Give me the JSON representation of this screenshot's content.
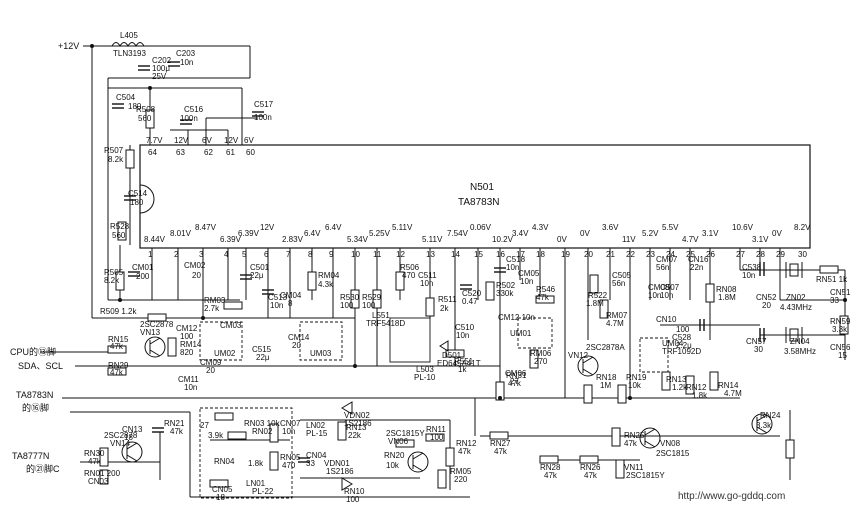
{
  "chip": {
    "name": "N501",
    "model": "TA8783N"
  },
  "ports": {
    "supply": "+12V",
    "cpu13": "CPU的⑬脚",
    "sda_scl": "SDA、SCL",
    "ta8783n_a": "TA8783N",
    "ta8783n_b": "的⑯脚",
    "ta8777n_a": "TA8777N",
    "ta8777n_b": "的㉑脚C"
  },
  "pins": [
    {
      "n": "1",
      "v": "8.44V"
    },
    {
      "n": "2",
      "v": "8.01V"
    },
    {
      "n": "3",
      "v": "8.47V"
    },
    {
      "n": "4",
      "v": "6.39V"
    },
    {
      "n": "5",
      "v": "6.39V"
    },
    {
      "n": "6",
      "v": "12V"
    },
    {
      "n": "7",
      "v": "2.83V"
    },
    {
      "n": "8",
      "v": "6.4V"
    },
    {
      "n": "9",
      "v": "6.4V"
    },
    {
      "n": "10",
      "v": "5.34V"
    },
    {
      "n": "11",
      "v": "5.25V"
    },
    {
      "n": "12",
      "v": "5.11V"
    },
    {
      "n": "13",
      "v": "5.11V"
    },
    {
      "n": "14",
      "v": "7.54V"
    },
    {
      "n": "15",
      "v": "0.06V"
    },
    {
      "n": "16",
      "v": "10.2V"
    },
    {
      "n": "17",
      "v": "3.4V"
    },
    {
      "n": "18",
      "v": "4.3V"
    },
    {
      "n": "19",
      "v": "0V"
    },
    {
      "n": "20",
      "v": "0V"
    },
    {
      "n": "21",
      "v": "3.6V"
    },
    {
      "n": "22",
      "v": "11V"
    },
    {
      "n": "23",
      "v": "5.2V"
    },
    {
      "n": "24",
      "v": "5.5V"
    },
    {
      "n": "25",
      "v": "4.7V"
    },
    {
      "n": "26",
      "v": "3.1V"
    },
    {
      "n": "27",
      "v": "10.6V"
    },
    {
      "n": "28",
      "v": "3.1V"
    },
    {
      "n": "29",
      "v": "0V"
    },
    {
      "n": "30",
      "v": "8.2V"
    }
  ],
  "top_pins": [
    {
      "n": "64",
      "v": "7.7V"
    },
    {
      "n": "63",
      "v": "12V"
    },
    {
      "n": "62",
      "v": "6V"
    },
    {
      "n": "61",
      "v": "12V"
    },
    {
      "n": "60",
      "v": "6V"
    }
  ],
  "labels": [
    {
      "t": "L405"
    },
    {
      "t": "TLN3193"
    },
    {
      "t": "C203"
    },
    {
      "t": "10n"
    },
    {
      "t": "C202"
    },
    {
      "t": "100μ"
    },
    {
      "t": "25V"
    },
    {
      "t": "C504"
    },
    {
      "t": "180"
    },
    {
      "t": "R508"
    },
    {
      "t": "560"
    },
    {
      "t": "C516"
    },
    {
      "t": "100n"
    },
    {
      "t": "C517"
    },
    {
      "t": "100n"
    },
    {
      "t": "R507"
    },
    {
      "t": "8.2k"
    },
    {
      "t": "C514"
    },
    {
      "t": "180"
    },
    {
      "t": "R528"
    },
    {
      "t": "560"
    },
    {
      "t": "R505"
    },
    {
      "t": "8.2k"
    },
    {
      "t": "CM01"
    },
    {
      "t": "200"
    },
    {
      "t": "CM02"
    },
    {
      "t": "20"
    },
    {
      "t": "C501"
    },
    {
      "t": "22μ"
    },
    {
      "t": "C513"
    },
    {
      "t": "10n"
    },
    {
      "t": "RM03"
    },
    {
      "t": "2.7k"
    },
    {
      "t": "CM04"
    },
    {
      "t": "8"
    },
    {
      "t": "RM04"
    },
    {
      "t": "4.3k"
    },
    {
      "t": "R530"
    },
    {
      "t": "100"
    },
    {
      "t": "R529"
    },
    {
      "t": "100"
    },
    {
      "t": "R509 1.2k"
    },
    {
      "t": "2SC2878"
    },
    {
      "t": "VN13"
    },
    {
      "t": "CM12"
    },
    {
      "t": "100"
    },
    {
      "t": "RM14"
    },
    {
      "t": "820"
    },
    {
      "t": "CM03"
    },
    {
      "t": "CM14"
    },
    {
      "t": "20"
    },
    {
      "t": "C515"
    },
    {
      "t": "22μ"
    },
    {
      "t": "CM09"
    },
    {
      "t": "20"
    },
    {
      "t": "UM02"
    },
    {
      "t": "CM11"
    },
    {
      "t": "10n"
    },
    {
      "t": "RN15"
    },
    {
      "t": "47k"
    },
    {
      "t": "RN29"
    },
    {
      "t": "47k"
    },
    {
      "t": "UM03"
    },
    {
      "t": "R506"
    },
    {
      "t": "470"
    },
    {
      "t": "C511"
    },
    {
      "t": "10n"
    },
    {
      "t": "L551"
    },
    {
      "t": "TRF5418D"
    },
    {
      "t": "R511"
    },
    {
      "t": "2k"
    },
    {
      "t": "C510"
    },
    {
      "t": "10n"
    },
    {
      "t": "D501"
    },
    {
      "t": "ED645A41T"
    },
    {
      "t": "L503"
    },
    {
      "t": "PL-10"
    },
    {
      "t": "R551"
    },
    {
      "t": "1k"
    },
    {
      "t": "C520"
    },
    {
      "t": "0.47"
    },
    {
      "t": "C518"
    },
    {
      "t": "10n"
    },
    {
      "t": "R502"
    },
    {
      "t": "330k"
    },
    {
      "t": "CM05"
    },
    {
      "t": "10n"
    },
    {
      "t": "R546"
    },
    {
      "t": "47k"
    },
    {
      "t": "CM12 10n"
    },
    {
      "t": "UM01"
    },
    {
      "t": "CM06"
    },
    {
      "t": "27"
    },
    {
      "t": "RM06"
    },
    {
      "t": "270"
    },
    {
      "t": "RN31"
    },
    {
      "t": "47k"
    },
    {
      "t": "2SC2878A"
    },
    {
      "t": "VN12"
    },
    {
      "t": "RN18"
    },
    {
      "t": "1M"
    },
    {
      "t": "RN19"
    },
    {
      "t": "10k"
    },
    {
      "t": "R522"
    },
    {
      "t": "1.8M"
    },
    {
      "t": "C505"
    },
    {
      "t": "56n"
    },
    {
      "t": "RM07"
    },
    {
      "t": "4.7M"
    },
    {
      "t": "CM08"
    },
    {
      "t": "10n"
    },
    {
      "t": "CM07"
    },
    {
      "t": "56n"
    },
    {
      "t": "C507"
    },
    {
      "t": "10n"
    },
    {
      "t": "CN16"
    },
    {
      "t": "22n"
    },
    {
      "t": "RN08"
    },
    {
      "t": "1.8M"
    },
    {
      "t": "C538"
    },
    {
      "t": "10n"
    },
    {
      "t": "CN10"
    },
    {
      "t": "100"
    },
    {
      "t": "UM04"
    },
    {
      "t": "TRF1092D"
    },
    {
      "t": "C528"
    },
    {
      "t": "2.2μ"
    },
    {
      "t": "RN13"
    },
    {
      "t": "1.2k"
    },
    {
      "t": "RN12"
    },
    {
      "t": "1.8k"
    },
    {
      "t": "RN14"
    },
    {
      "t": "4.7M"
    },
    {
      "t": "CN52"
    },
    {
      "t": "20"
    },
    {
      "t": "ZN02"
    },
    {
      "t": "4.43MHz"
    },
    {
      "t": "RN51 1k"
    },
    {
      "t": "CN51"
    },
    {
      "t": "33"
    },
    {
      "t": "RN59"
    },
    {
      "t": "3.3k"
    },
    {
      "t": "CN57"
    },
    {
      "t": "30"
    },
    {
      "t": "ZN04"
    },
    {
      "t": "3.58MHz"
    },
    {
      "t": "CN56"
    },
    {
      "t": "15"
    },
    {
      "t": "2SC2878"
    },
    {
      "t": "VN14"
    },
    {
      "t": "CN13"
    },
    {
      "t": "18"
    },
    {
      "t": "RN21"
    },
    {
      "t": "47k"
    },
    {
      "t": "RN30"
    },
    {
      "t": "47k"
    },
    {
      "t": "RN01 200"
    },
    {
      "t": "CN03"
    },
    {
      "t": "27"
    },
    {
      "t": "RN03 10k"
    },
    {
      "t": "RN02"
    },
    {
      "t": "3.9k"
    },
    {
      "t": "CN07"
    },
    {
      "t": "10n"
    },
    {
      "t": "RN04"
    },
    {
      "t": "1.8k"
    },
    {
      "t": "RN05"
    },
    {
      "t": "470"
    },
    {
      "t": "CN05"
    },
    {
      "t": "18"
    },
    {
      "t": "LN01"
    },
    {
      "t": "PL-22"
    },
    {
      "t": "LN02"
    },
    {
      "t": "PL-15"
    },
    {
      "t": "CN04"
    },
    {
      "t": "33"
    },
    {
      "t": "VDN01"
    },
    {
      "t": "1S2186"
    },
    {
      "t": "VDN02"
    },
    {
      "t": "1S2186"
    },
    {
      "t": "RN10"
    },
    {
      "t": "100"
    },
    {
      "t": "RN13"
    },
    {
      "t": "22k"
    },
    {
      "t": "2SC1815Y"
    },
    {
      "t": "VN06"
    },
    {
      "t": "RN20"
    },
    {
      "t": "10k"
    },
    {
      "t": "RN11"
    },
    {
      "t": "100"
    },
    {
      "t": "RN12"
    },
    {
      "t": "47k"
    },
    {
      "t": "RM05"
    },
    {
      "t": "220"
    },
    {
      "t": "RN27"
    },
    {
      "t": "47k"
    },
    {
      "t": "RN28"
    },
    {
      "t": "47k"
    },
    {
      "t": "RN26"
    },
    {
      "t": "47k"
    },
    {
      "t": "RN25"
    },
    {
      "t": "47k"
    },
    {
      "t": "VN11"
    },
    {
      "t": "2SC1815Y"
    },
    {
      "t": "VN08"
    },
    {
      "t": "2SC1815"
    },
    {
      "t": "RN24"
    },
    {
      "t": "3.3k"
    }
  ],
  "watermark": "http://www.go-gddq.com"
}
